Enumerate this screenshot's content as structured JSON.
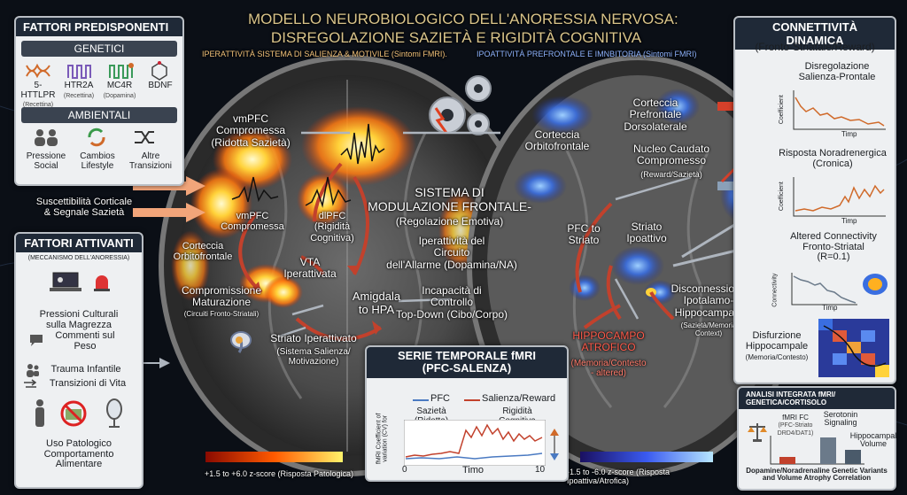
{
  "title": {
    "line1": "MODELLO NEUROBIOLOGICO DELL'ANORESSIA NERVOSA:",
    "line2": "DISREGOLAZIONE SAZIETÀ E RIGIDITÀ COGNITIVA",
    "sub_left": "IPERATTIVITÀ SISTEMA DI SALIENZA & MOTIVILE (Sintomi FMRI).",
    "sub_right": "IPOATTIVITÀ PREFRONTALE E IMNBITORIA (Sintomi FMRI)"
  },
  "predisposing": {
    "header": "FATTORI PREDISPONENTI",
    "genetic_header": "GENETICI",
    "genes": [
      {
        "name": "5-HTTLPR",
        "sub": "(Recettina)"
      },
      {
        "name": "HTR2A",
        "sub": "(Recettina)"
      },
      {
        "name": "MC4R",
        "sub": "(Dopamina)"
      },
      {
        "name": "BDNF",
        "sub": ""
      }
    ],
    "env_header": "AMBIENTALI",
    "env": [
      {
        "name": "Pressione\nSocial"
      },
      {
        "name": "Cambios\nLifestyle"
      },
      {
        "name": "Altre\nTransizioni"
      }
    ]
  },
  "susceptibility": "Suscettibilità Corticale\n& Segnale Sazietà",
  "activating": {
    "header": "FATTORI ATTIVANTI",
    "subheader": "(MECCANISMO DELL'ANORESSIA)",
    "items": [
      "Pressioni Culturali\nsulla Magrezza",
      "Commenti sul\nPeso",
      "Trauma Infantile",
      "Transizioni di Vita",
      "Uso Patologico\nComportamento\nAlimentare"
    ]
  },
  "left_brain": {
    "vmpfc_top": "vmPFC\nCompromessa\n(Ridotta Sazietà)",
    "vmpfc2": "vmPFC\nCompromessa",
    "dlpfc": "dlPFC\n(Rigidità\nCognitiva)",
    "orbito": "Corteccia\nOrbitofrontale",
    "vta": "VTA\nIperattivata",
    "maturation": "Compromissione\nMaturazione",
    "maturation_sub": "(Circuiti Fronto-Striatali)",
    "amygdala": "Amigdala\nto HPA",
    "striato": "Striato Iperattivato",
    "striato_sub": "(Sistema Salienza/\nMotivazione)",
    "scale": "+1.5 to +6.0 z-score (Risposta Patologica)"
  },
  "center": {
    "system": "SISTEMA DI\nMODULAZIONE FRONTALE-",
    "system_sub": "(Regolazione Emotiva)",
    "alarm": "Iperattività del\nCircuito\ndell'Allarme (Dopamina/NA)",
    "topdown": "Incapacità di\nControllo\nTop-Down (Cibo/Corpo)"
  },
  "right_brain": {
    "orbito": "Corteccia\nOrbitofrontale",
    "dlpfc": "Corteccia\nPrefrontale\nDorsolaterale",
    "caudate": "Nucleo Caudato\nCompromesso",
    "caudate_sub": "(Reward/Sazietà)",
    "pfc_striato": "PFC to\nStriato",
    "striato": "Striato\nIpoattivo",
    "disconnect": "Disconnessione\nIpotalamo-\nHippocampale",
    "disconnect_sub": "(Sazietà/Memoria\nContext)",
    "hippo": "HIPPOCAMPO\nATROFICO",
    "hippo_sub": "(Memoria/Contesto\n- altered)",
    "scale": "-1.5 to -6.0 z-score (Risposta\nIpoattiva/Atrofica)"
  },
  "timeseries": {
    "header": "SERIE TEMPORALE fMRI",
    "header2": "(PFC-SALENZA)",
    "legend": [
      "PFC",
      "Salienza/Reward"
    ],
    "ann1": "Sazietà\n(Ridotta)",
    "ann2": "Rigidità\nCognitiva",
    "ylabel": "fMRI Coefficient of\nvariation (CV) for",
    "xlabel": "Timo",
    "x0": "0",
    "x1": "10"
  },
  "connectivity": {
    "header": "CONNETTIVITÀ DINAMICA",
    "subheader": "(Fronto-Striatale/Reward)",
    "p1": "Disregolazione\nSalienza-Prontale",
    "p1_ylabel": "Coefficient",
    "p1_xlabel": "Timp",
    "p2": "Risposta Noradrenergica\n(Cronica)",
    "p2_ylabel": "Coefficient",
    "p2_xlabel": "Timp",
    "p3": "Altered Connectivity\nFronto-Striatal\n(R=0.1)",
    "p3_ylabel": "Connectivity",
    "p3_xlabel": "Timp",
    "p4": "Disfurzione\nHippocampale",
    "p4_sub": "(Memoria/Contesto)"
  },
  "integrated": {
    "header": "ANALISI INTEGRATA fMRI/\nGENETICA/CORTISOLO",
    "l1": "fMRI FC",
    "l1_sub": "(PFC-Striato\nDRD4/DAT1)",
    "l2": "Serotonin\nSignaling",
    "l3": "Hippocampal\nVolume",
    "footer": "Dopamine/Noradrenaline Genetic Variants\nand Volume Atrophy Correlation"
  },
  "colors": {
    "accent_gold": "#d9c48a",
    "hot": "#ffb020",
    "cold": "#3b5bd9",
    "arrow_red": "#c2412c",
    "panel": "#eef0f2"
  }
}
